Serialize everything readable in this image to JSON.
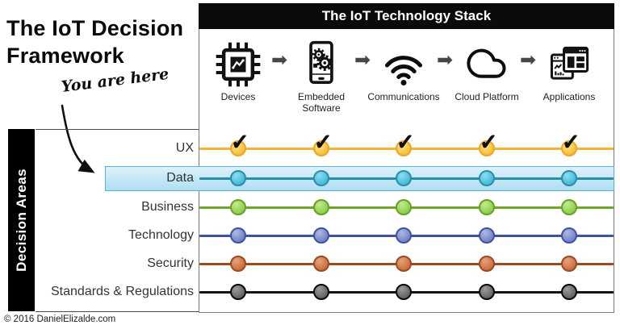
{
  "page": {
    "title_line1": "The IoT Decision",
    "title_line2": "Framework",
    "annotation": "You are here",
    "sidebar_label": "Decision Areas",
    "copyright": "© 2016 DanielElizalde.com"
  },
  "stack": {
    "header": "The IoT Technology Stack",
    "arrow_glyph": "➡",
    "stages": [
      {
        "label": "Devices",
        "icon": "chip-chart-icon"
      },
      {
        "label": "Embedded Software",
        "icon": "device-gears-icon"
      },
      {
        "label": "Communications",
        "icon": "wifi-icon"
      },
      {
        "label": "Cloud Platform",
        "icon": "cloud-icon"
      },
      {
        "label": "Applications",
        "icon": "app-windows-icon"
      }
    ]
  },
  "decision_areas": {
    "highlight": {
      "row": "Data",
      "fill_top": "#DDF1FA",
      "fill_bottom": "#AFDFF2",
      "border": "#58B1D8"
    },
    "check_glyph": "✓",
    "rows": [
      {
        "label": "UX",
        "marker": "check",
        "highlighted": false,
        "line_color": "#F6B233",
        "dot_light": "#FDE38A",
        "dot_fill": "#F8C033",
        "dot_edge": "#E8A62E"
      },
      {
        "label": "Data",
        "marker": "dot",
        "highlighted": true,
        "line_color": "#2B8EA7",
        "dot_light": "#8FDCEF",
        "dot_fill": "#45BADB",
        "dot_edge": "#2B8EA7"
      },
      {
        "label": "Business",
        "marker": "dot",
        "highlighted": false,
        "line_color": "#72A52E",
        "dot_light": "#C2EA8C",
        "dot_fill": "#8CD04C",
        "dot_edge": "#69A028"
      },
      {
        "label": "Technology",
        "marker": "dot",
        "highlighted": false,
        "line_color": "#3E53A4",
        "dot_light": "#AEB9E0",
        "dot_fill": "#7384C6",
        "dot_edge": "#3E53A4"
      },
      {
        "label": "Security",
        "marker": "dot",
        "highlighted": false,
        "line_color": "#9C4A1F",
        "dot_light": "#E5A27A",
        "dot_fill": "#CD6F3F",
        "dot_edge": "#9C4A1F"
      },
      {
        "label": "Standards & Regulations",
        "marker": "dot",
        "highlighted": false,
        "line_color": "#121212",
        "dot_light": "#9C9C9C",
        "dot_fill": "#636363",
        "dot_edge": "#0A0A0A"
      }
    ]
  }
}
